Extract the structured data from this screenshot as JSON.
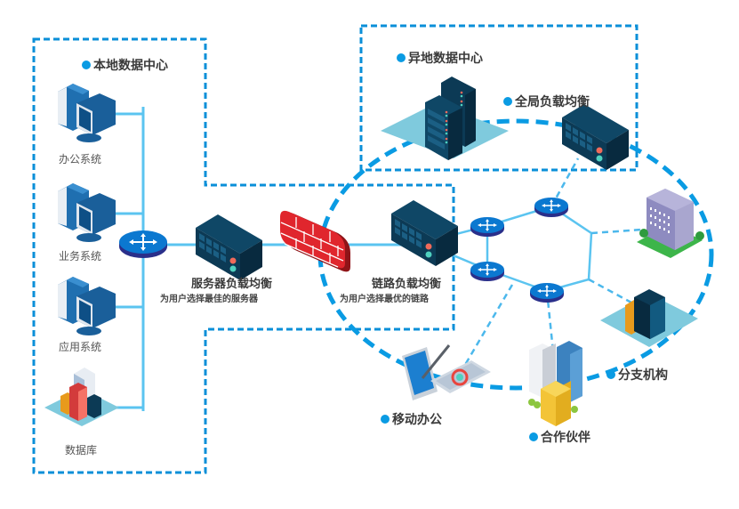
{
  "diagram": {
    "colors": {
      "dash_border": "#0a8fd8",
      "link_solid": "#5bc4f0",
      "link_dashed": "#4cb8ec",
      "ring": "#0a9be3",
      "label_dot": "#0a9be3",
      "router_top": "#0b78d0",
      "router_side": "#2a2f8a",
      "device_dark": "#0c3a55",
      "firewall_red": "#e0262d"
    },
    "local_dc": {
      "title": "本地数据中心",
      "systems": [
        {
          "label": "办公系统",
          "icon": "desktop-computer-icon"
        },
        {
          "label": "业务系统",
          "icon": "desktop-computer-icon"
        },
        {
          "label": "应用系统",
          "icon": "desktop-computer-icon"
        },
        {
          "label": "数据库",
          "icon": "database-chart-icon"
        }
      ],
      "switch_icon": "router-icon"
    },
    "server_lb": {
      "title": "服务器负载均衡",
      "desc": "为用户选择最佳的服务器",
      "icon": "load-balancer-icon"
    },
    "firewall": {
      "icon": "firewall-icon"
    },
    "link_lb": {
      "title": "链路负载均衡",
      "desc": "为用户选择最优的链路",
      "icon": "load-balancer-icon"
    },
    "remote_dc": {
      "title": "异地数据中心",
      "icon": "server-rack-icon"
    },
    "global_lb": {
      "title": "全局负载均衡",
      "icon": "load-balancer-icon"
    },
    "branch": {
      "title": "分支机构",
      "icon": "office-building-icon"
    },
    "mobile": {
      "title": "移动办公",
      "icon": "tablet-phone-icon"
    },
    "partner": {
      "title": "合作伙伴",
      "icon": "city-buildings-icon"
    },
    "hq_building": {
      "icon": "office-tower-icon"
    },
    "wan_routers": [
      "router-icon",
      "router-icon",
      "router-icon",
      "router-icon"
    ]
  }
}
